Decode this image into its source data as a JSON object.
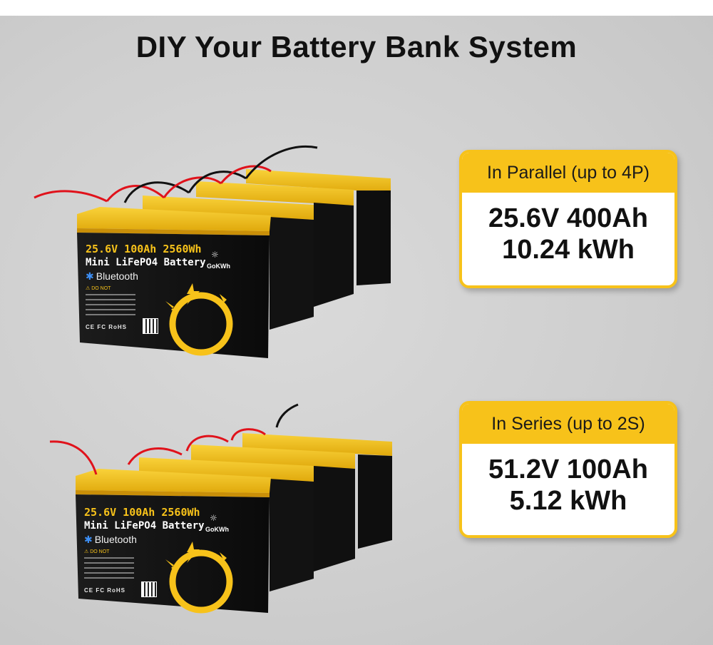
{
  "title": "DIY Your Battery Bank System",
  "battery": {
    "spec": "25.6V 100Ah 2560Wh",
    "model": "Mini LiFePO4 Battery",
    "bluetooth": "Bluetooth",
    "warning": "DO NOT",
    "certs": "CE FC RoHS",
    "brand": "GoKWh"
  },
  "parallel": {
    "heading": "In Parallel (up to 4P)",
    "spec": "25.6V 400Ah",
    "energy": "10.24 kWh"
  },
  "series": {
    "heading": "In Series (up to 2S)",
    "spec": "51.2V 100Ah",
    "energy": "5.12 kWh"
  },
  "colors": {
    "accent_yellow": "#f7c21a",
    "battery_black": "#161616",
    "wire_red": "#e0121b",
    "wire_black": "#111111"
  }
}
